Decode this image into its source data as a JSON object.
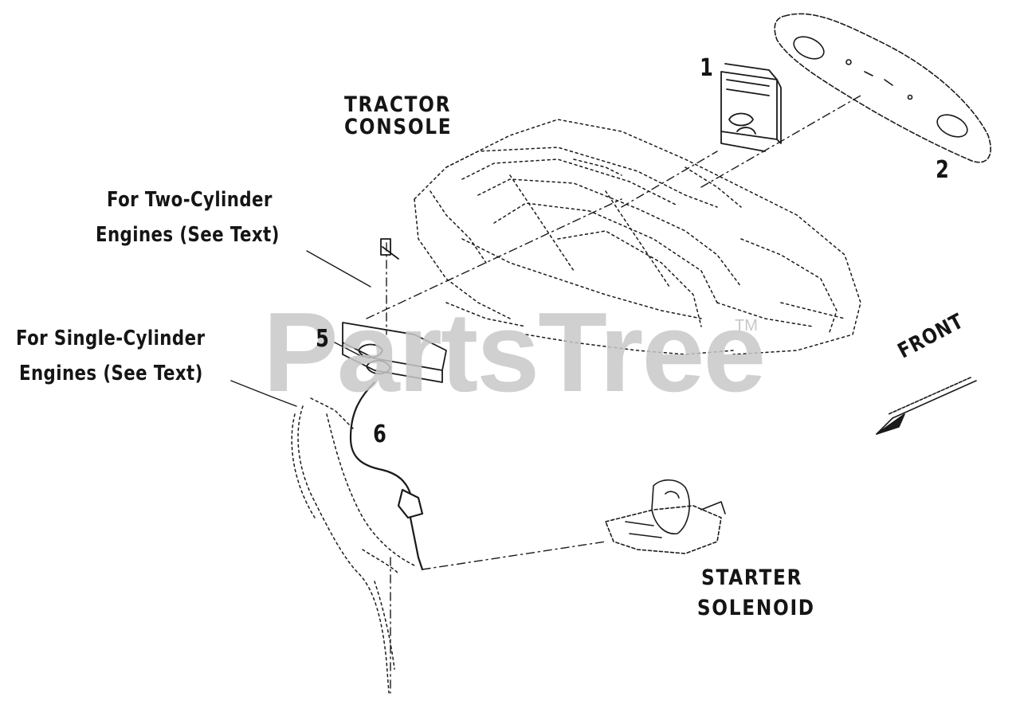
{
  "labels": {
    "tractor_console": [
      "TRACTOR",
      "CONSOLE"
    ],
    "two_cylinder": [
      "For Two-Cylinder",
      "Engines (See Text)"
    ],
    "single_cylinder": [
      "For Single-Cylinder",
      "Engines (See Text)"
    ],
    "starter_solenoid": [
      "STARTER",
      "SOLENOID"
    ],
    "front": "FRONT"
  },
  "callouts": {
    "c1": "1",
    "c2": "2",
    "c5": "5",
    "c6": "6"
  },
  "watermark": {
    "text": "PartsTree",
    "tm": "TM"
  },
  "colors": {
    "line": "#1a1a1a",
    "watermark": "#c8c8c8",
    "background": "#ffffff"
  }
}
